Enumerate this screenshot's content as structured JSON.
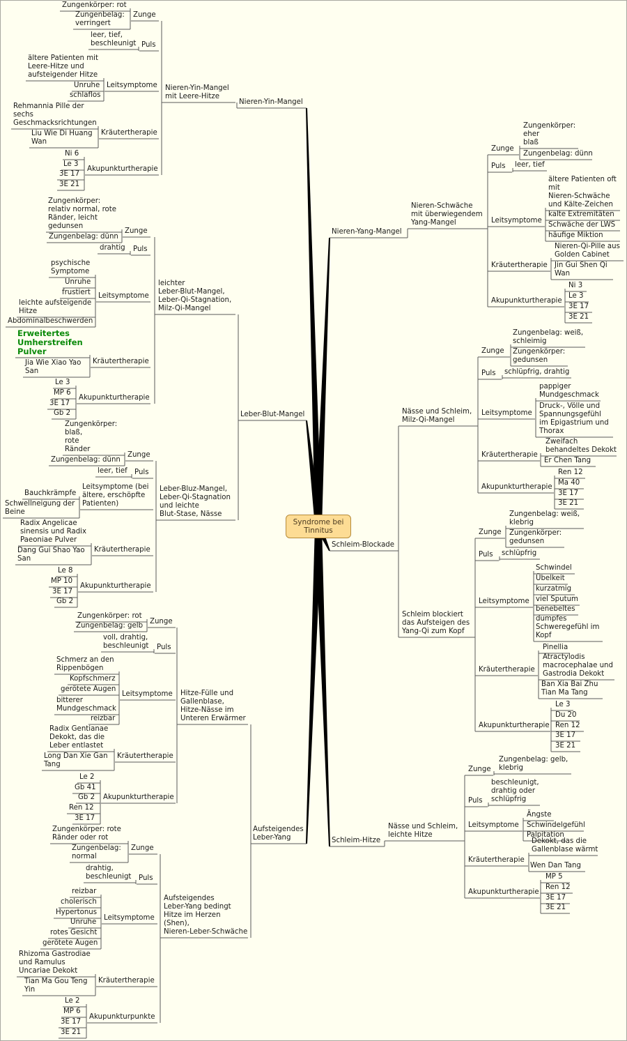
{
  "center": {
    "label": "Syndrome bei\nTinnitus"
  },
  "branches": [
    {
      "label": "Nieren-Yin-Mangel",
      "subs": [
        {
          "label": "Nieren-Yin-Mangel\nmit Leere-Hitze",
          "categories": [
            {
              "label": "Zunge",
              "items": [
                "Zungenkörper: rot",
                "Zungenbelag:\nverringert"
              ]
            },
            {
              "label": "Puls",
              "items": [
                "leer, tief,\nbeschleunigt"
              ]
            },
            {
              "label": "Leitsymptome",
              "items": [
                "ältere Patienten mit\nLeere-Hitze und\naufsteigender Hitze",
                "Unruhe",
                "schlaflos"
              ]
            },
            {
              "label": "Kräutertherapie",
              "items": [
                "Rehmannia Pille der\nsechs\nGeschmacksrichtungen",
                "Liu Wie Di Huang\nWan"
              ]
            },
            {
              "label": "Akupunkturtherapie",
              "items": [
                "Ni 6",
                "Le 3",
                "3E 17",
                "3E 21"
              ]
            }
          ]
        }
      ]
    },
    {
      "label": "Leber-Blut-Mangel",
      "subs": [
        {
          "label": "leichter\nLeber-Blut-Mangel,\nLeber-Qi-Stagnation,\nMilz-Qi-Mangel",
          "categories": [
            {
              "label": "Zunge",
              "items": [
                "Zungenkörper:\nrelativ normal, rote\nRänder, leicht\ngedunsen",
                "Zungenbelag: dünn"
              ]
            },
            {
              "label": "Puls",
              "items": [
                "drahtig"
              ]
            },
            {
              "label": "Leitsymptome",
              "items": [
                "psychische\nSymptome",
                "Unruhe",
                "frustiert",
                "leichte aufsteigende\nHitze",
                "Abdominalbeschwerden"
              ]
            },
            {
              "label": "Kräutertherapie",
              "items": [
                "Erweitertes\nUmherstreifen\nPulver",
                "Jia Wie Xiao Yao\nSan"
              ]
            },
            {
              "label": "Akupunkturtherapie",
              "items": [
                "Le 3",
                "MP 6",
                "3E 17",
                "Gb 2"
              ]
            }
          ]
        },
        {
          "label": "Leber-Bluz-Mangel,\nLeber-Qi-Stagnation\nund leichte\nBlut-Stase, Nässe",
          "categories": [
            {
              "label": "Zunge",
              "items": [
                "Zungenkörper:\nblaß,\nrote\nRänder",
                "Zungenbelag: dünn"
              ]
            },
            {
              "label": "Puls",
              "items": [
                "leer, tief"
              ]
            },
            {
              "label": "Leitsymptome (bei\nältere, erschöpfte\nPatienten)",
              "items": [
                "Bauchkrämpfe",
                "Schwellneigung der\nBeine"
              ]
            },
            {
              "label": "Kräutertherapie",
              "items": [
                "Radix Angelicae\nsinensis und Radix\nPaeoniae Pulver",
                "Dang Gui Shao Yao\nSan"
              ]
            },
            {
              "label": "Akupunkturtherapie",
              "items": [
                "Le 8",
                "MP 10",
                "3E 17",
                "Gb 2"
              ]
            }
          ]
        }
      ]
    },
    {
      "label": "Aufsteigendes\nLeber-Yang",
      "subs": [
        {
          "label": "Hitze-Fülle und\nGallenblase,\nHitze-Nässe im\nUnteren Erwärmer",
          "categories": [
            {
              "label": "Zunge",
              "items": [
                "Zungenkörper: rot",
                "Zungenbelag: gelb"
              ]
            },
            {
              "label": "Puls",
              "items": [
                "voll, drahtig,\nbeschleunigt"
              ]
            },
            {
              "label": "Leitsymptome",
              "items": [
                "Schmerz an den\nRippenbögen",
                "Kopfschmerz",
                "gerötete Augen",
                "bitterer\nMundgeschmack",
                "reizbar"
              ]
            },
            {
              "label": "Kräutertherapie",
              "items": [
                "Radix Gentianae\nDekokt, das die\nLeber entlastet",
                "Long Dan Xie Gan\nTang"
              ]
            },
            {
              "label": "Akupunkturtherapie",
              "items": [
                "Le 2",
                "Gb 41",
                "Gb 2",
                "Ren 12",
                "3E 17"
              ]
            }
          ]
        },
        {
          "label": "Aufsteigendes\nLeber-Yang bedingt\nHitze im Herzen\n(Shen),\nNieren-Leber-Schwäche",
          "categories": [
            {
              "label": "Zunge",
              "items": [
                "Zungenkörper: rote\nRänder oder rot",
                "Zungenbelag:\nnormal"
              ]
            },
            {
              "label": "Puls",
              "items": [
                "drahtig,\nbeschleunigt"
              ]
            },
            {
              "label": "Leitsymptome",
              "items": [
                "reizbar",
                "cholerisch",
                "Hypertonus",
                "Unruhe",
                "rotes Gesicht",
                "gerötete Augen"
              ]
            },
            {
              "label": "Kräutertherapie",
              "items": [
                "Rhizoma Gastrodiae\nund Ramulus\nUncariae Dekokt",
                "Tian Ma Gou Teng\nYin"
              ]
            },
            {
              "label": "Akupunkturpunkte",
              "items": [
                "Le 2",
                "MP 6",
                "3E 17",
                "3E 21"
              ]
            }
          ]
        }
      ]
    },
    {
      "label": "Nieren-Yang-Mangel",
      "subs": [
        {
          "label": "Nieren-Schwäche\nmit überwiegendem\nYang-Mangel",
          "categories": [
            {
              "label": "Zunge",
              "items": [
                "Zungenkörper:\neher\nblaß",
                "Zungenbelag: dünn"
              ]
            },
            {
              "label": "Puls",
              "items": [
                "leer, tief"
              ]
            },
            {
              "label": "Leitsymptome",
              "items": [
                "ältere Patienten oft\nmit\nNieren-Schwäche\nund Kälte-Zeichen",
                "kalte Extremitäten",
                "Schwäche der LWS",
                "häufige Miktion"
              ]
            },
            {
              "label": "Kräutertherapie",
              "items": [
                "Nieren-Qi-Pille aus\nGolden Cabinet",
                "Jin Gui Shen Qi\nWan"
              ]
            },
            {
              "label": "Akupunkturtherapie",
              "items": [
                "Ni 3",
                "Le 3",
                "3E 17",
                "3E 21"
              ]
            }
          ]
        }
      ]
    },
    {
      "label": "Schleim-Blockade",
      "subs": [
        {
          "label": "Nässe und Schleim,\nMilz-Qi-Mangel",
          "categories": [
            {
              "label": "Zunge",
              "items": [
                "Zungenbelag: weiß,\nschleimig",
                "Zungenkörper:\ngedunsen"
              ]
            },
            {
              "label": "Puls",
              "items": [
                "schlüpfrig, drahtig"
              ]
            },
            {
              "label": "Leitsymptome",
              "items": [
                "pappiger\nMundgeschmack",
                "Druck-, Völle und\nSpannungsgefühl\nim Epigastrium und\nThorax"
              ]
            },
            {
              "label": "Kräutertherapie",
              "items": [
                "Zweifach\nbehandeltes Dekokt",
                "Er Chen Tang"
              ]
            },
            {
              "label": "Akupunkturtherapie",
              "items": [
                "Ren 12",
                "Ma 40",
                "3E 17",
                "3E 21"
              ]
            }
          ]
        },
        {
          "label": "Schleim blockiert\ndas Aufsteigen des\nYang-Qi zum Kopf",
          "categories": [
            {
              "label": "Zunge",
              "items": [
                "Zungenbelag: weiß,\nklebrig",
                "Zungenkörper:\ngedunsen"
              ]
            },
            {
              "label": "Puls",
              "items": [
                "schlüpfrig"
              ]
            },
            {
              "label": "Leitsymptome",
              "items": [
                "Schwindel",
                "Übelkeit",
                "kurzatmig",
                "viel Sputum",
                "benebeltes",
                "dumpfes\nSchweregefühl im\nKopf"
              ]
            },
            {
              "label": "Kräutertherapie",
              "items": [
                "Pinellia",
                "Atractylodis\nmacrocephalae und\nGastrodia Dekokt",
                "Ban Xia Bai Zhu\nTian Ma Tang"
              ]
            },
            {
              "label": "Akupunkturtherapie",
              "items": [
                "Le 3",
                "Du 20",
                "Ren 12",
                "3E 17",
                "3E 21"
              ]
            }
          ]
        }
      ]
    },
    {
      "label": "Schleim-Hitze",
      "subs": [
        {
          "label": "Nässe und Schleim,\nleichte Hitze",
          "categories": [
            {
              "label": "Zunge",
              "items": [
                "Zungenbelag: gelb,\nklebrig"
              ]
            },
            {
              "label": "Puls",
              "items": [
                "beschleunigt,\ndrahtig oder\nschlüpfrig"
              ]
            },
            {
              "label": "Leitsymptome",
              "items": [
                "Ängste",
                "Schwindelgefühl",
                "Palpitation"
              ]
            },
            {
              "label": "Kräutertherapie",
              "items": [
                "Dekokt, das die\nGallenblase wärmt",
                "Wen Dan Tang"
              ]
            },
            {
              "label": "Akupunkturtherapie",
              "items": [
                "MP 5",
                "Ren 12",
                "3E 17",
                "3E 21"
              ]
            }
          ]
        }
      ]
    }
  ],
  "colors": {
    "background": "#fffff0",
    "line": "#555555",
    "spoke": "#000000",
    "center_fill": "#fddc94",
    "highlight_text": "#0a8a0a"
  }
}
